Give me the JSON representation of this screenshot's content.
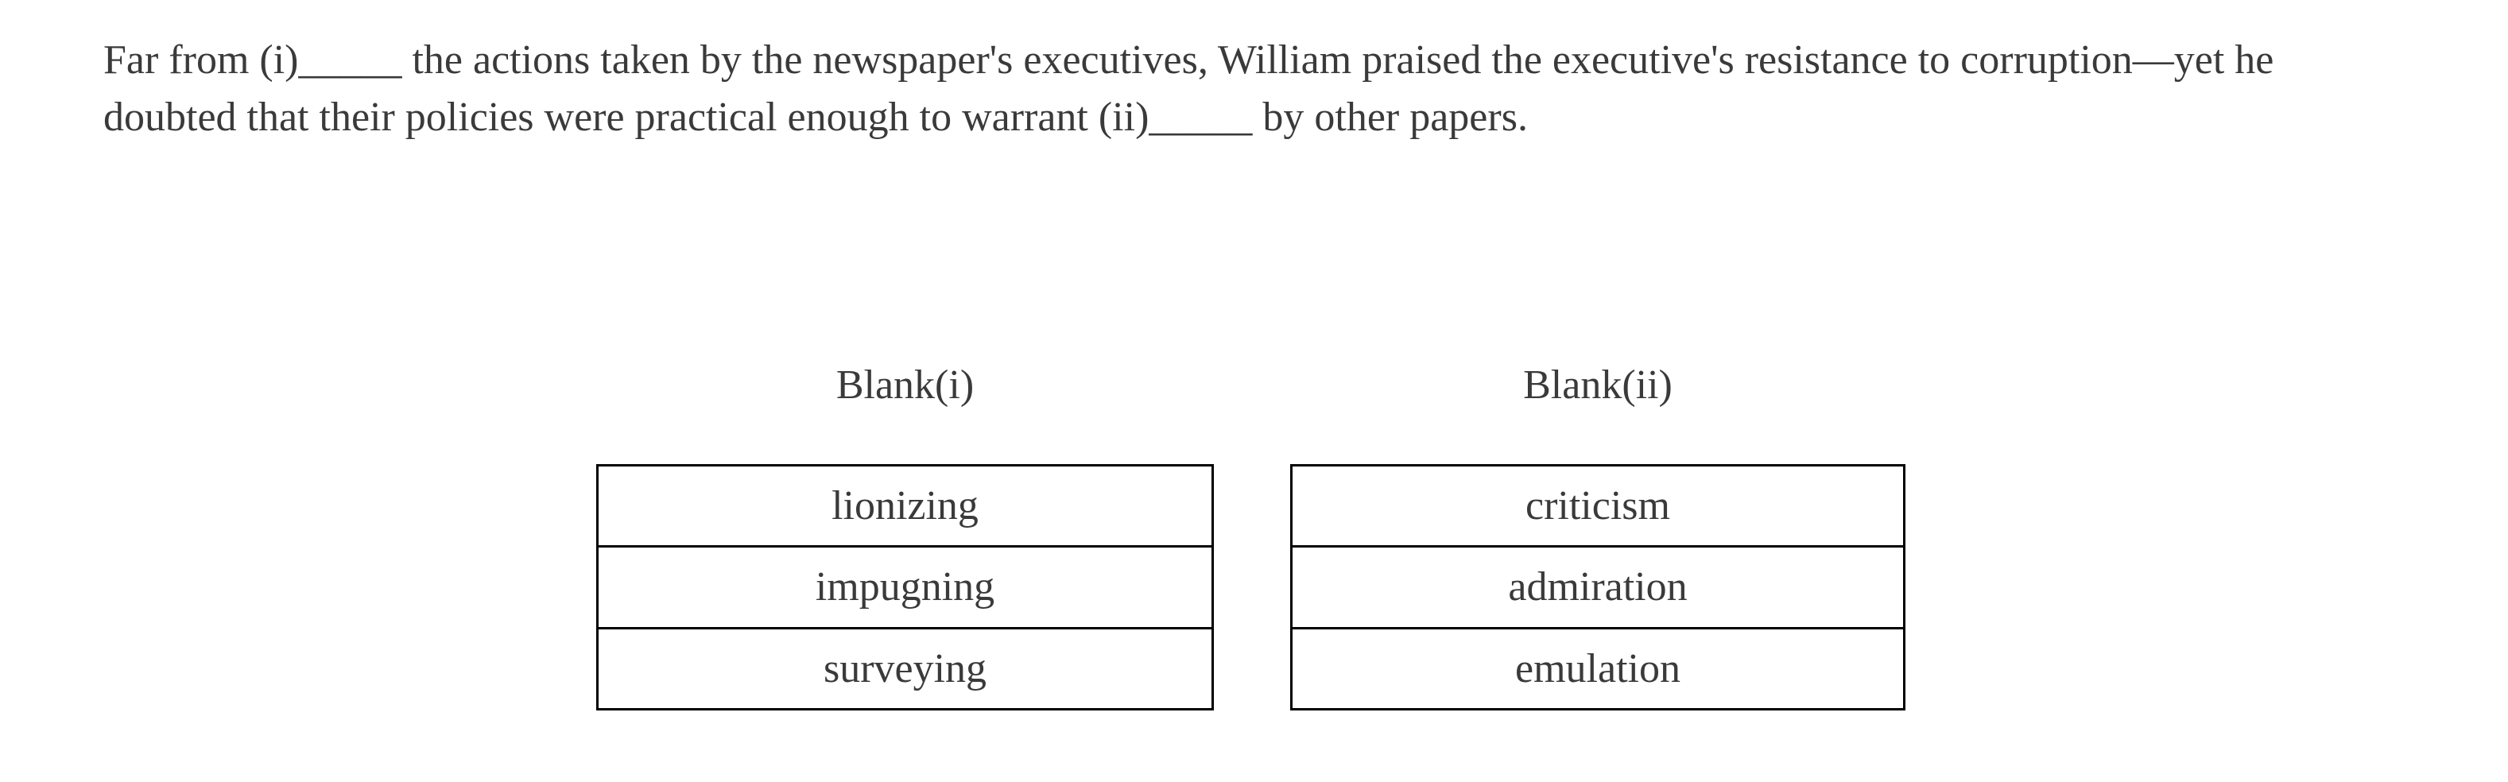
{
  "question": {
    "line1": "Far from (i)_____ the actions taken by the newspaper's executives, William praised the executive's resistance to corruption—yet he",
    "line2": "doubted that their policies were practical enough to warrant (ii)_____ by other papers."
  },
  "blanks": [
    {
      "label": "Blank(i)",
      "options": [
        "lionizing",
        "impugning",
        "surveying"
      ]
    },
    {
      "label": "Blank(ii)",
      "options": [
        "criticism",
        "admiration",
        "emulation"
      ]
    }
  ],
  "colors": {
    "text": "#3a3a3a",
    "table_border": "#000000",
    "background": "#ffffff"
  }
}
